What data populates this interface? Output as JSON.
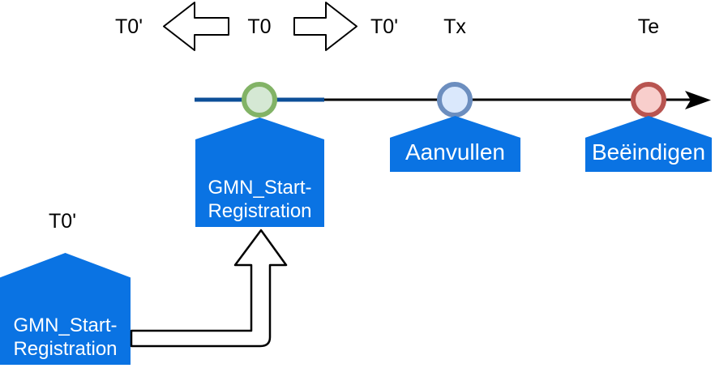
{
  "labels": {
    "t0_prime_left": "T0'",
    "t0": "T0",
    "t0_prime_right": "T0'",
    "tx": "Tx",
    "te": "Te",
    "t0_prime_bottom": "T0'"
  },
  "shapes": {
    "gmn_top": {
      "line1": "GMN_Start-",
      "line2": "Registration"
    },
    "aanvullen": {
      "label": "Aanvullen"
    },
    "beeindigen": {
      "label": "Beëindigen"
    },
    "gmn_bottom": {
      "line1": "GMN_Start-",
      "line2": "Registration"
    }
  },
  "icons": {
    "left_block_arrow": "left-block-arrow-icon",
    "right_block_arrow": "right-block-arrow-icon",
    "timeline_arrowhead": "arrowhead-icon",
    "bent_up_arrow": "bent-up-arrow-icon",
    "milestone_start": "green-milestone-circle",
    "milestone_middle": "blue-milestone-circle",
    "milestone_end": "red-milestone-circle"
  },
  "colors": {
    "pentagon_blue": "#0a73e3",
    "timeline_segment_blue": "#0d4f98",
    "timeline_black": "#000000",
    "green_circle_stroke": "#82b366",
    "green_circle_fill": "#d5e8d4",
    "blue_circle_stroke": "#6c8ebf",
    "blue_circle_fill": "#dae8fc",
    "red_circle_stroke": "#b85450",
    "red_circle_fill": "#f8cecc",
    "pentagon_text": "#ffffff",
    "label_text": "#000000"
  }
}
